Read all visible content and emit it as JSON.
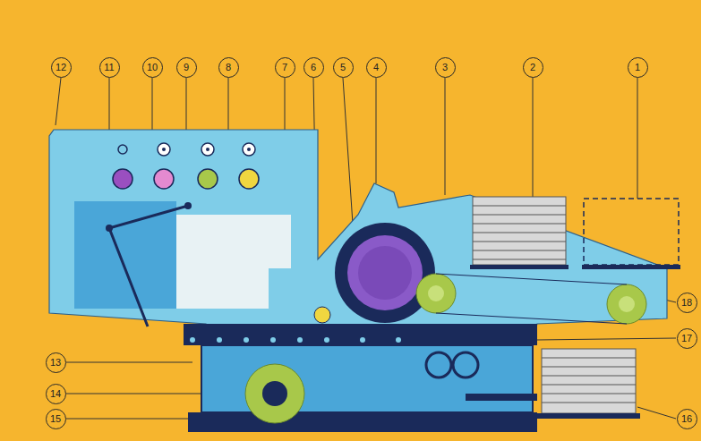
{
  "diagram": {
    "nodes": [
      {
        "text": [
          "12"
        ]
      },
      {
        "text": [
          "11"
        ]
      },
      {
        "text": [
          "10"
        ]
      },
      {
        "text": [
          "9"
        ]
      },
      {
        "text": [
          "8"
        ]
      },
      {
        "text": [
          "7"
        ]
      },
      {
        "text": [
          "6"
        ]
      },
      {
        "text": [
          "5"
        ]
      },
      {
        "text": [
          "4"
        ]
      },
      {
        "text": [
          "3"
        ]
      },
      {
        "text": [
          "2"
        ]
      },
      {
        "text": [
          "1"
        ]
      },
      {
        "text": [
          "13"
        ]
      },
      {
        "text": [
          "14"
        ]
      },
      {
        "text": [
          "15"
        ]
      },
      {
        "text": [
          "18"
        ]
      },
      {
        "text": [
          "17"
        ]
      },
      {
        "text": [
          "16"
        ]
      }
    ]
  }
}
